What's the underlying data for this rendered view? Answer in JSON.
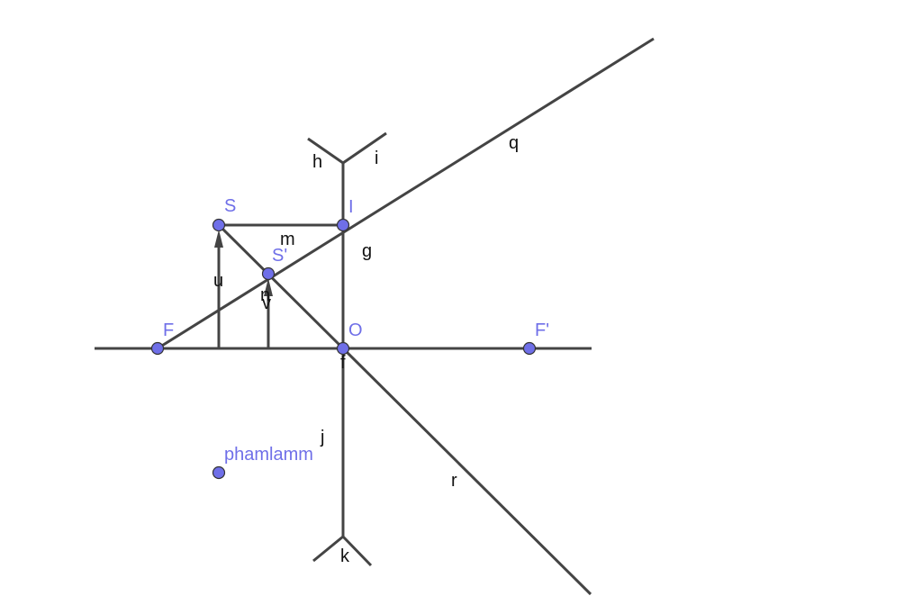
{
  "diagram": {
    "colors": {
      "line": "#444444",
      "point": "#6f6fe8",
      "label_point": "#6f6fe8",
      "label_object": "#111111"
    },
    "points": {
      "S": "S",
      "I": "I",
      "S_prime": "S'",
      "F": "F",
      "O": "O",
      "F_prime": "F'",
      "free_point": "phamlamm"
    },
    "objects": {
      "h": "h",
      "i": "i",
      "g": "g",
      "m": "m",
      "u": "u",
      "n": "n",
      "v": "v",
      "f": "f",
      "j": "j",
      "k": "k",
      "q": "q",
      "r": "r"
    }
  }
}
